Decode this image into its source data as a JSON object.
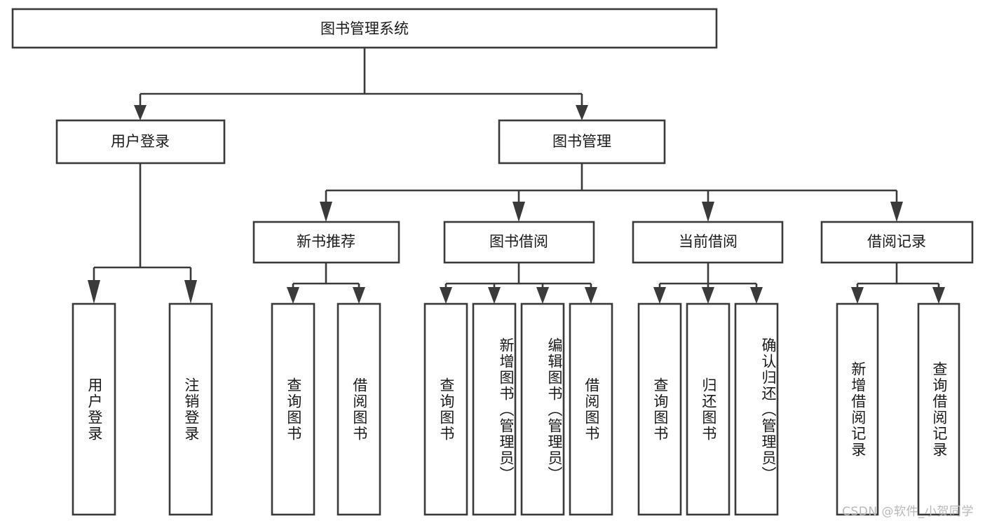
{
  "diagram": {
    "title": "图书管理系统",
    "type": "tree-hierarchy",
    "watermark": "CSDN @软件_小贺同学",
    "colors": {
      "stroke": "#3a3a3a",
      "box_fill": "#ffffff",
      "text": "#1a1a1a",
      "background": "#ffffff",
      "watermark": "#b9b9b9"
    },
    "root": {
      "label": "图书管理系统"
    },
    "level2": [
      {
        "label": "用户登录"
      },
      {
        "label": "图书管理"
      }
    ],
    "level3": [
      {
        "label": "新书推荐"
      },
      {
        "label": "图书借阅"
      },
      {
        "label": "当前借阅"
      },
      {
        "label": "借阅记录"
      }
    ],
    "leaves": {
      "user_login": [
        {
          "label": "用户登录"
        },
        {
          "label": "注销登录"
        }
      ],
      "new_book_recommend": [
        {
          "label": "查询图书"
        },
        {
          "label": "借阅图书"
        }
      ],
      "book_borrow": [
        {
          "label": "查询图书"
        },
        {
          "label": "新增图书（管理员）"
        },
        {
          "label": "编辑图书（管理员）"
        },
        {
          "label": "借阅图书"
        }
      ],
      "current_borrow": [
        {
          "label": "查询图书"
        },
        {
          "label": "归还图书"
        },
        {
          "label": "确认归还（管理员）"
        }
      ],
      "borrow_record": [
        {
          "label": "新增借阅记录"
        },
        {
          "label": "查询借阅记录"
        }
      ]
    }
  }
}
